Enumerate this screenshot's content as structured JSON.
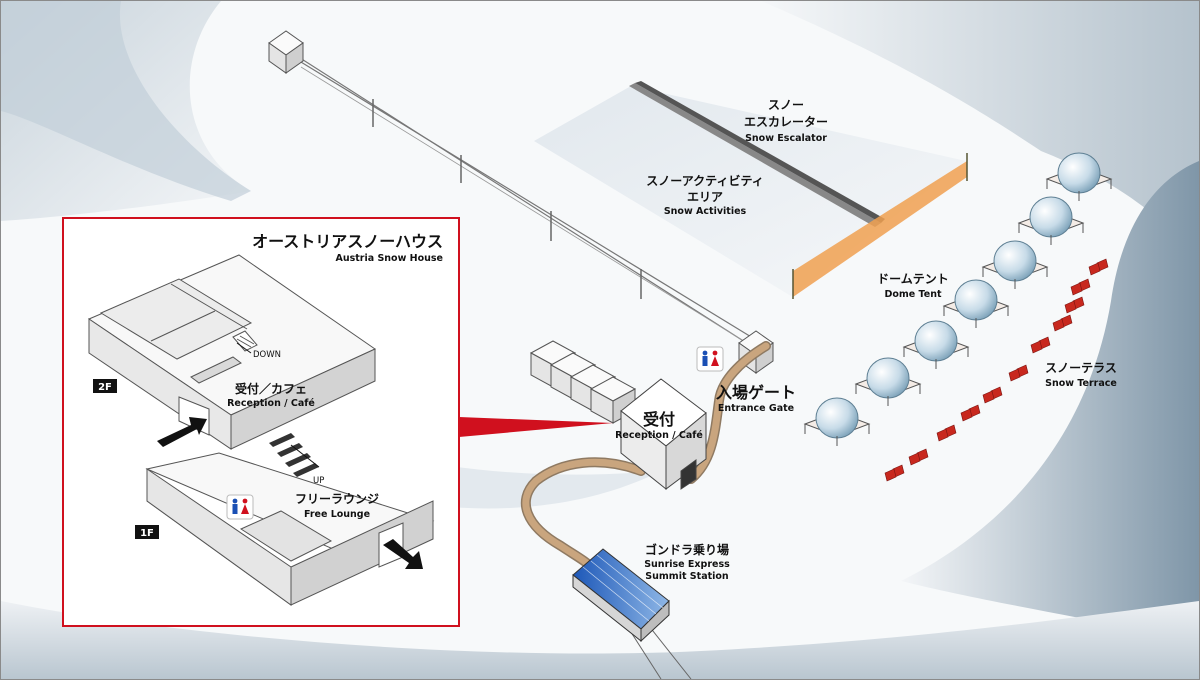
{
  "map": {
    "inset": {
      "title_jp": "オーストリアスノーハウス",
      "title_en": "Austria Snow House",
      "floor_2": "2F",
      "floor_1": "1F",
      "down": "DOWN",
      "up": "UP",
      "reception_jp": "受付／カフェ",
      "reception_en": "Reception / Café",
      "lounge_jp": "フリーラウンジ",
      "lounge_en": "Free Lounge"
    },
    "labels": {
      "escalator_jp_1": "スノー",
      "escalator_jp_2": "エスカレーター",
      "escalator_en": "Snow Escalator",
      "activities_jp_1": "スノーアクティビティ",
      "activities_jp_2": "エリア",
      "activities_en": "Snow Activities",
      "dome_jp": "ドームテント",
      "dome_en": "Dome Tent",
      "terrace_jp": "スノーテラス",
      "terrace_en": "Snow Terrace",
      "gate_jp": "入場ゲート",
      "gate_en": "Entrance Gate",
      "reception_jp": "受付",
      "reception_en": "Reception / Café",
      "gondola_jp": "ゴンドラ乗り場",
      "gondola_en_1": "Sunrise Express",
      "gondola_en_2": "Summit Station"
    },
    "icons": [
      "restroom-icon",
      "arrow-entrance-icon",
      "arrow-exit-icon",
      "stairs-icon"
    ],
    "colors": {
      "highlight_red": "#d0101e",
      "restroom_blue": "#1a4fb4",
      "restroom_red": "#d0101e",
      "chair_red": "#c8281e",
      "fence_orange": "#f0a050",
      "path_tan": "#c9a57e"
    }
  }
}
